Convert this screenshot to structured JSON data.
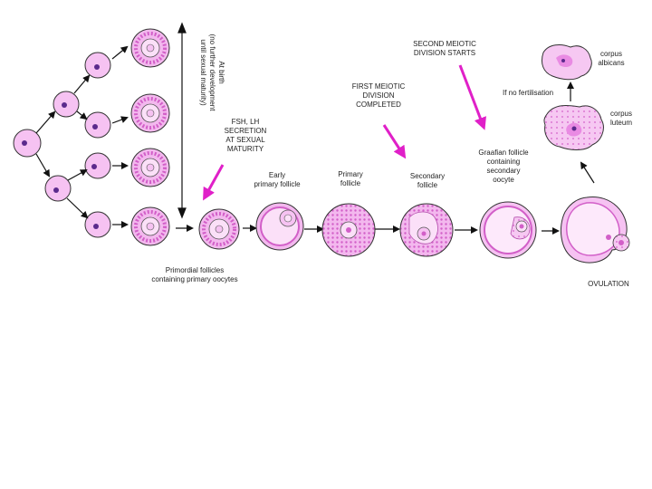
{
  "labels": {
    "at_birth": "At birth\n(no further development\nuntil sexual maturity)",
    "fsh_lh": "FSH, LH\nSECRETION\nAT SEXUAL\nMATURITY",
    "early_primary": "Early\nprimary follicle",
    "primary": "Primary\nfollicle",
    "first_meiotic": "FIRST MEIOTIC\nDIVISION\nCOMPLETED",
    "secondary": "Secondary\nfollicle",
    "second_meiotic": "SECOND MEIOTIC\nDIVISION STARTS",
    "graafian": "Graafian follicle\ncontaining\nsecondary\noocyte",
    "no_fert": "If no fertilisation",
    "corpus_albicans": "corpus\nalbicans",
    "corpus_luteum": "corpus\nluteum",
    "primordial": "Primordial follicles\ncontaining primary oocytes",
    "ovulation": "OVULATION"
  },
  "colors": {
    "cell_fill": "#f6c2f2",
    "cell_dark": "#e98be3",
    "nucleus": "#5b2a8c",
    "accent_arrow": "#e020c8",
    "outline": "#333333"
  }
}
